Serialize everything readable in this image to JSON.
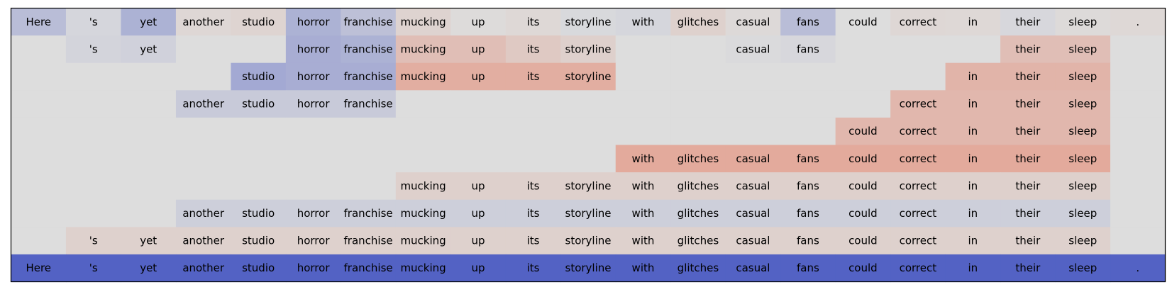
{
  "chart_data": {
    "type": "heatmap",
    "title": "",
    "xlabel": "",
    "ylabel": "",
    "tokens": [
      "Here",
      "'s",
      "yet",
      "another",
      "studio",
      "horror",
      "franchise",
      "mucking",
      "up",
      "its",
      "storyline",
      "with",
      "glitches",
      "casual",
      "fans",
      "could",
      "correct",
      "in",
      "their",
      "sleep",
      "."
    ],
    "scale": {
      "min": -1,
      "max": 1,
      "negative_color": "#3b4cc0",
      "neutral_color": "#dddddd",
      "positive_color": "#e8775a",
      "empty_color": "#dddddd"
    },
    "frame_color": "#000000",
    "rows": [
      {
        "tokens": [
          "Here",
          "'s",
          "yet",
          "another",
          "studio",
          "horror",
          "franchise",
          "mucking",
          "up",
          "its",
          "storyline",
          "with",
          "glitches",
          "casual",
          "fans",
          "could",
          "correct",
          "in",
          "their",
          "sleep",
          "."
        ],
        "values": [
          -0.22,
          -0.05,
          -0.3,
          0.06,
          0.09,
          -0.3,
          -0.2,
          0.1,
          0.02,
          0.05,
          -0.03,
          -0.05,
          0.12,
          0.04,
          -0.22,
          0.0,
          0.06,
          0.05,
          -0.04,
          0.03,
          0.05
        ]
      },
      {
        "tokens": [
          null,
          "'s",
          "yet",
          null,
          null,
          "horror",
          "franchise",
          "mucking",
          "up",
          "its",
          "storyline",
          null,
          null,
          "casual",
          "fans",
          null,
          null,
          null,
          "their",
          "sleep",
          null
        ],
        "values": [
          null,
          -0.06,
          -0.08,
          null,
          null,
          -0.33,
          -0.3,
          0.3,
          0.3,
          0.2,
          0.13,
          null,
          null,
          -0.02,
          -0.04,
          null,
          null,
          null,
          0.3,
          0.3,
          null
        ]
      },
      {
        "tokens": [
          null,
          null,
          null,
          null,
          "studio",
          "horror",
          "franchise",
          "mucking",
          "up",
          "its",
          "storyline",
          null,
          null,
          null,
          null,
          null,
          null,
          "in",
          "their",
          "sleep",
          null
        ],
        "values": [
          null,
          null,
          null,
          null,
          -0.36,
          -0.33,
          -0.33,
          0.46,
          0.46,
          0.46,
          0.46,
          null,
          null,
          null,
          null,
          null,
          null,
          0.4,
          0.4,
          0.4,
          null
        ]
      },
      {
        "tokens": [
          null,
          null,
          null,
          "another",
          "studio",
          "horror",
          "franchise",
          null,
          null,
          null,
          null,
          null,
          null,
          null,
          null,
          null,
          "correct",
          "in",
          "their",
          "sleep",
          null
        ],
        "values": [
          null,
          null,
          null,
          -0.13,
          -0.13,
          -0.13,
          -0.13,
          null,
          null,
          null,
          null,
          null,
          null,
          null,
          null,
          null,
          0.37,
          0.37,
          0.37,
          0.37,
          null
        ]
      },
      {
        "tokens": [
          null,
          null,
          null,
          null,
          null,
          null,
          null,
          null,
          null,
          null,
          null,
          null,
          null,
          null,
          null,
          "could",
          "correct",
          "in",
          "their",
          "sleep",
          null
        ],
        "values": [
          null,
          null,
          null,
          null,
          null,
          null,
          null,
          null,
          null,
          null,
          null,
          null,
          null,
          null,
          null,
          0.37,
          0.37,
          0.37,
          0.37,
          0.37,
          null
        ]
      },
      {
        "tokens": [
          null,
          null,
          null,
          null,
          null,
          null,
          null,
          null,
          null,
          null,
          null,
          "with",
          "glitches",
          "casual",
          "fans",
          "could",
          "correct",
          "in",
          "their",
          "sleep",
          null
        ],
        "values": [
          null,
          null,
          null,
          null,
          null,
          null,
          null,
          null,
          null,
          null,
          null,
          0.5,
          0.5,
          0.5,
          0.5,
          0.5,
          0.5,
          0.5,
          0.5,
          0.5,
          null
        ]
      },
      {
        "tokens": [
          null,
          null,
          null,
          null,
          null,
          null,
          null,
          "mucking",
          "up",
          "its",
          "storyline",
          "with",
          "glitches",
          "casual",
          "fans",
          "could",
          "correct",
          "in",
          "their",
          "sleep",
          null
        ],
        "values": [
          null,
          null,
          null,
          null,
          null,
          null,
          null,
          0.13,
          0.13,
          0.13,
          0.13,
          0.13,
          0.13,
          0.13,
          0.13,
          0.13,
          0.13,
          0.13,
          0.13,
          0.13,
          null
        ]
      },
      {
        "tokens": [
          null,
          null,
          null,
          "another",
          "studio",
          "horror",
          "franchise",
          "mucking",
          "up",
          "its",
          "storyline",
          "with",
          "glitches",
          "casual",
          "fans",
          "could",
          "correct",
          "in",
          "their",
          "sleep",
          null
        ],
        "values": [
          null,
          null,
          null,
          -0.1,
          -0.1,
          -0.1,
          -0.1,
          -0.1,
          -0.1,
          -0.1,
          -0.1,
          -0.1,
          -0.1,
          -0.1,
          -0.1,
          -0.1,
          -0.1,
          -0.1,
          -0.1,
          -0.1,
          null
        ]
      },
      {
        "tokens": [
          null,
          "'s",
          "yet",
          "another",
          "studio",
          "horror",
          "franchise",
          "mucking",
          "up",
          "its",
          "storyline",
          "with",
          "glitches",
          "casual",
          "fans",
          "could",
          "correct",
          "in",
          "their",
          "sleep",
          null
        ],
        "values": [
          null,
          0.12,
          0.12,
          0.12,
          0.12,
          0.12,
          0.12,
          0.12,
          0.12,
          0.12,
          0.12,
          0.12,
          0.12,
          0.12,
          0.12,
          0.12,
          0.12,
          0.12,
          0.12,
          0.12,
          null
        ]
      },
      {
        "tokens": [
          "Here",
          "'s",
          "yet",
          "another",
          "studio",
          "horror",
          "franchise",
          "mucking",
          "up",
          "its",
          "storyline",
          "with",
          "glitches",
          "casual",
          "fans",
          "could",
          "correct",
          "in",
          "their",
          "sleep",
          "."
        ],
        "values": [
          -0.85,
          -0.85,
          -0.85,
          -0.85,
          -0.85,
          -0.85,
          -0.85,
          -0.85,
          -0.85,
          -0.85,
          -0.85,
          -0.85,
          -0.85,
          -0.85,
          -0.85,
          -0.85,
          -0.85,
          -0.85,
          -0.85,
          -0.85,
          -0.85
        ]
      }
    ]
  }
}
